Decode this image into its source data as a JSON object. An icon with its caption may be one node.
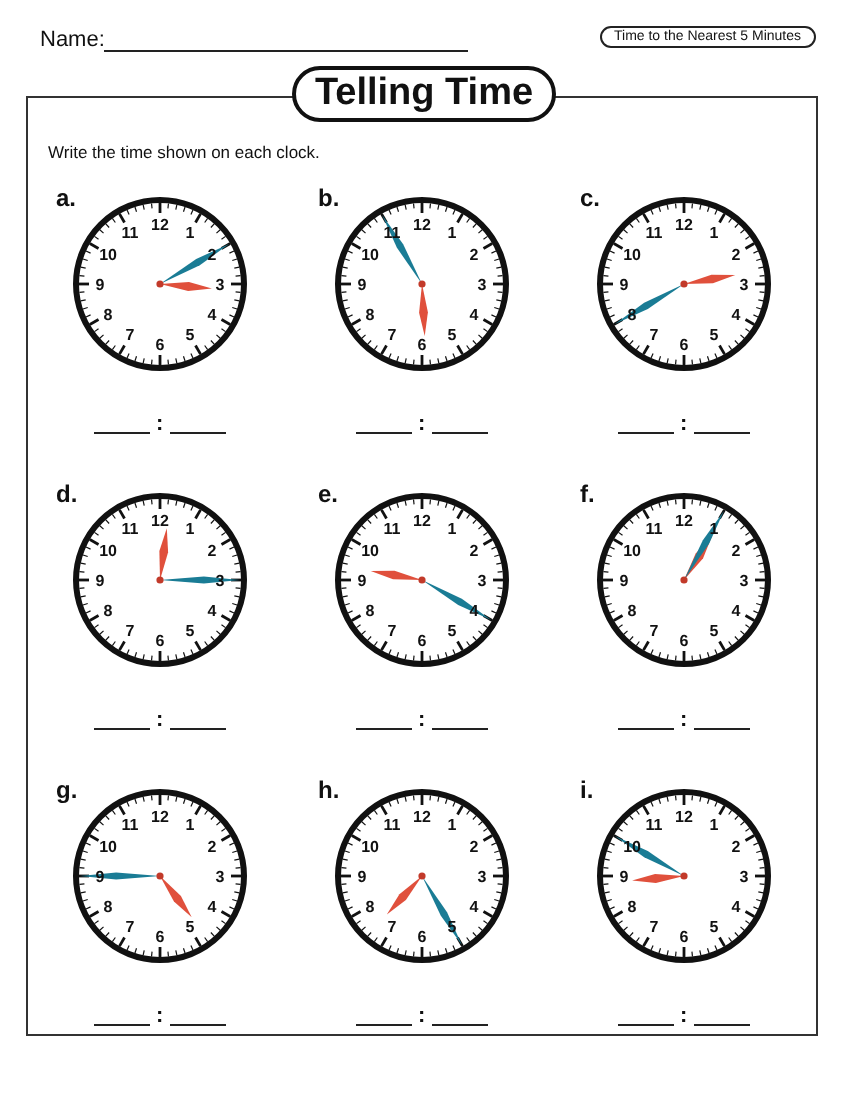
{
  "diagram": {
    "title": "Telling Time",
    "nodes": [
      {
        "text": [
          "Time to the Nearest 5 Minutes"
        ]
      },
      {
        "text": [
          "Write the time shown on each clock."
        ]
      },
      {
        "text": [
          "12",
          "1",
          "2",
          "3",
          "4",
          "5",
          "6",
          "7",
          "8",
          "9",
          "10",
          "11"
        ],
        "in": 1,
        "beside": [
          "a."
        ]
      },
      {
        "text": [
          "12",
          "1",
          "2",
          "3",
          "4",
          "5",
          "6",
          "7",
          "8",
          "9",
          "10",
          "11"
        ],
        "in": 1,
        "beside": [
          "b."
        ]
      },
      {
        "text": [
          "12",
          "1",
          "2",
          "3",
          "4",
          "5",
          "6",
          "7",
          "8",
          "9",
          "10",
          "11"
        ],
        "in": 1,
        "beside": [
          "c."
        ]
      },
      {
        "text": [
          "12",
          "1",
          "2",
          "3",
          "4",
          "5",
          "6",
          "7",
          "8",
          "9",
          "10",
          "11"
        ],
        "in": 1,
        "beside": [
          "d."
        ]
      },
      {
        "text": [
          "12",
          "1",
          "2",
          "3",
          "4",
          "5",
          "6",
          "7",
          "8",
          "9",
          "10",
          "11"
        ],
        "in": 1,
        "beside": [
          "e."
        ]
      },
      {
        "text": [
          "12",
          "1",
          "2",
          "3",
          "4",
          "5",
          "6",
          "7",
          "8",
          "9",
          "10",
          "11"
        ],
        "in": 1,
        "beside": [
          "f."
        ]
      },
      {
        "text": [
          "12",
          "1",
          "2",
          "3",
          "4",
          "5",
          "6",
          "7",
          "8",
          "9",
          "10",
          "11"
        ],
        "in": 1,
        "beside": [
          "g."
        ]
      },
      {
        "text": [
          "12",
          "1",
          "2",
          "3",
          "4",
          "5",
          "6",
          "7",
          "8",
          "9",
          "10",
          "11"
        ],
        "in": 1,
        "beside": [
          "h."
        ]
      },
      {
        "text": [
          "12",
          "1",
          "2",
          "3",
          "4",
          "5",
          "6",
          "7",
          "8",
          "9",
          "10",
          "11"
        ],
        "in": 1,
        "beside": [
          "i."
        ]
      }
    ],
    "edges": [],
    "labels": [
      "Name:",
      ":",
      ":",
      ":",
      ":",
      ":",
      ":",
      ":",
      ":",
      ":"
    ]
  }
}
